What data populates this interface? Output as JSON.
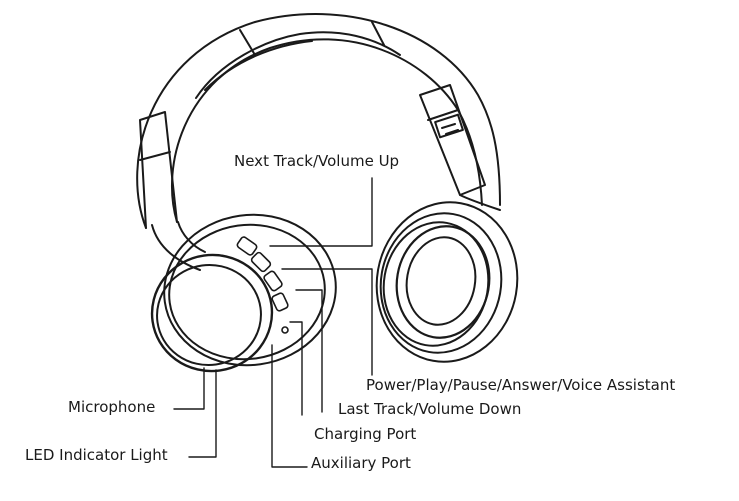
{
  "labels": {
    "next_track": "Next Track/Volume Up",
    "power": "Power/Play/Pause/Answer/Voice Assistant",
    "last_track": "Last Track/Volume Down",
    "charging": "Charging Port",
    "auxiliary": "Auxiliary Port",
    "microphone": "Microphone",
    "led": "LED Indicator Light"
  },
  "colors": {
    "line": "#1a1a1a",
    "background": "#ffffff"
  }
}
